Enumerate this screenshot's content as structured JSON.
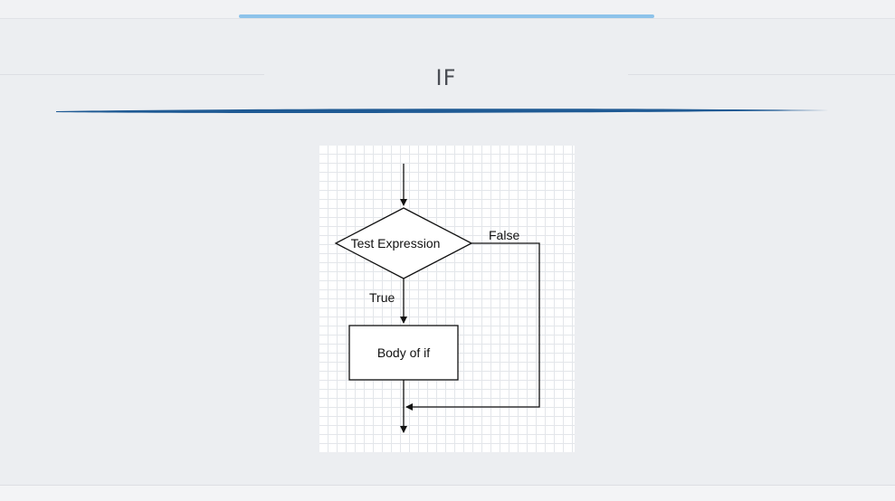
{
  "header": {
    "title": "IF"
  },
  "flowchart": {
    "decision_label": "Test Expression",
    "false_label": "False",
    "true_label": "True",
    "process_label": "Body of if"
  },
  "colors": {
    "progress": "#8dc3ea",
    "underline": "#1f5a94",
    "background": "#eceef1"
  }
}
